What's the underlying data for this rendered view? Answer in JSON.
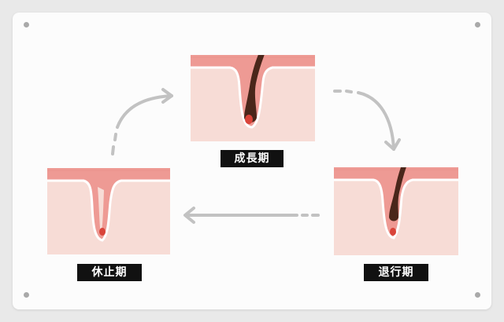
{
  "stages": {
    "anagen": {
      "label": "成長期"
    },
    "catagen": {
      "label": "退行期"
    },
    "telogen": {
      "label": "休止期"
    }
  },
  "colors": {
    "background": "#e9e9e9",
    "card": "#fcfcfc",
    "skin": "#f7dcd6",
    "epidermis": "#ee9a94",
    "hair": "#4a261a",
    "papilla": "#d9443a",
    "arrow": "#c2c2c2",
    "label_bg": "#111111",
    "label_text": "#ffffff"
  },
  "icons": {
    "corners": "pin-dot",
    "flow": "curved-arrow"
  }
}
